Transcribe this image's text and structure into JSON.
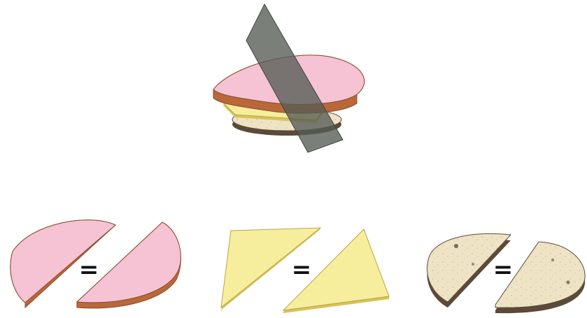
{
  "colors": {
    "ham_top": "#f6c3d4",
    "ham_edge": "#b9683a",
    "ham_edge_dark": "#8a4a26",
    "cheese_top": "#f7ee9d",
    "cheese_edge": "#d9c25a",
    "bread_top": "#efe3c6",
    "bread_crust": "#5c4a38",
    "knife_plane": "#545b55",
    "outline": "#3a2a20",
    "equals": "#111111"
  },
  "icons": {
    "sandwich": "sandwich-stack-icon",
    "knife": "cutting-plane-icon",
    "ham_half": "ham-slice-half-icon",
    "cheese_half": "cheese-slice-half-icon",
    "bread_half": "bread-slice-half-icon"
  },
  "equations": [
    {
      "ingredient": "ham",
      "symbol": "="
    },
    {
      "ingredient": "cheese",
      "symbol": "="
    },
    {
      "ingredient": "bread",
      "symbol": "="
    }
  ]
}
